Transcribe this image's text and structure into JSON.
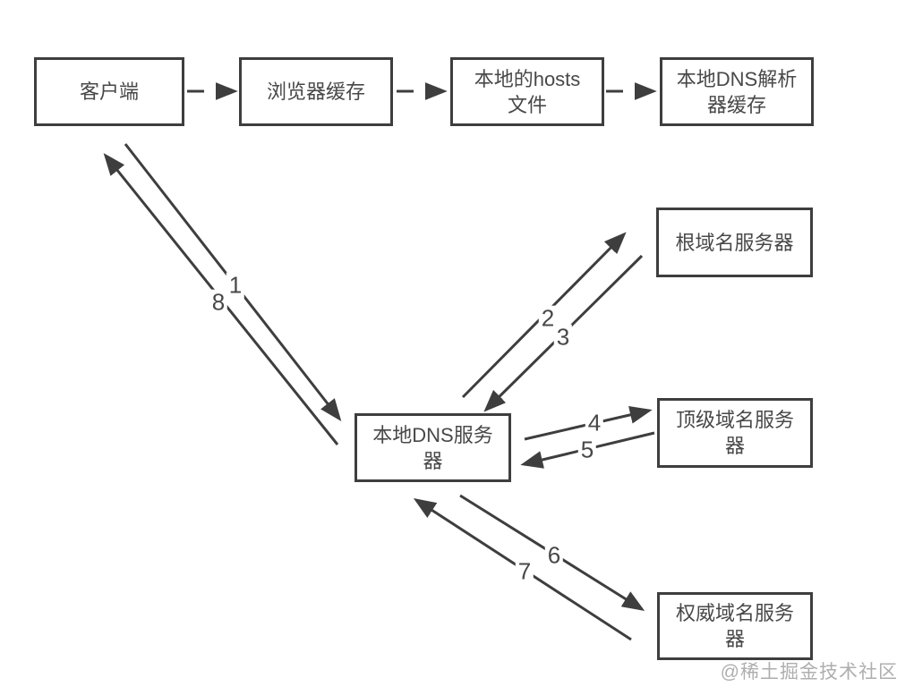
{
  "diagram": {
    "nodes": [
      {
        "id": "client",
        "label": "客户端"
      },
      {
        "id": "browser-cache",
        "label": "浏览器缓存"
      },
      {
        "id": "hosts-file",
        "label": "本地的hosts\n文件"
      },
      {
        "id": "resolver-cache",
        "label": "本地DNS解析\n器缓存"
      },
      {
        "id": "local-dns",
        "label": "本地DNS服务\n器"
      },
      {
        "id": "root-dns",
        "label": "根域名服务器"
      },
      {
        "id": "tld-dns",
        "label": "顶级域名服务\n器"
      },
      {
        "id": "auth-dns",
        "label": "权威域名服务\n器"
      }
    ],
    "steps": [
      "1",
      "2",
      "3",
      "4",
      "5",
      "6",
      "7",
      "8"
    ],
    "edges": [
      {
        "step": "1",
        "from": "client",
        "to": "local-dns"
      },
      {
        "step": "2",
        "from": "local-dns",
        "to": "root-dns"
      },
      {
        "step": "3",
        "from": "root-dns",
        "to": "local-dns"
      },
      {
        "step": "4",
        "from": "local-dns",
        "to": "tld-dns"
      },
      {
        "step": "5",
        "from": "tld-dns",
        "to": "local-dns"
      },
      {
        "step": "6",
        "from": "local-dns",
        "to": "auth-dns"
      },
      {
        "step": "7",
        "from": "auth-dns",
        "to": "local-dns"
      },
      {
        "step": "8",
        "from": "local-dns",
        "to": "client"
      }
    ],
    "colors": {
      "line": "#3e3e3e",
      "text": "#484848",
      "background": "#ffffff",
      "watermark": "#9a9a9a"
    },
    "watermark": "@稀土掘金技术社区"
  }
}
